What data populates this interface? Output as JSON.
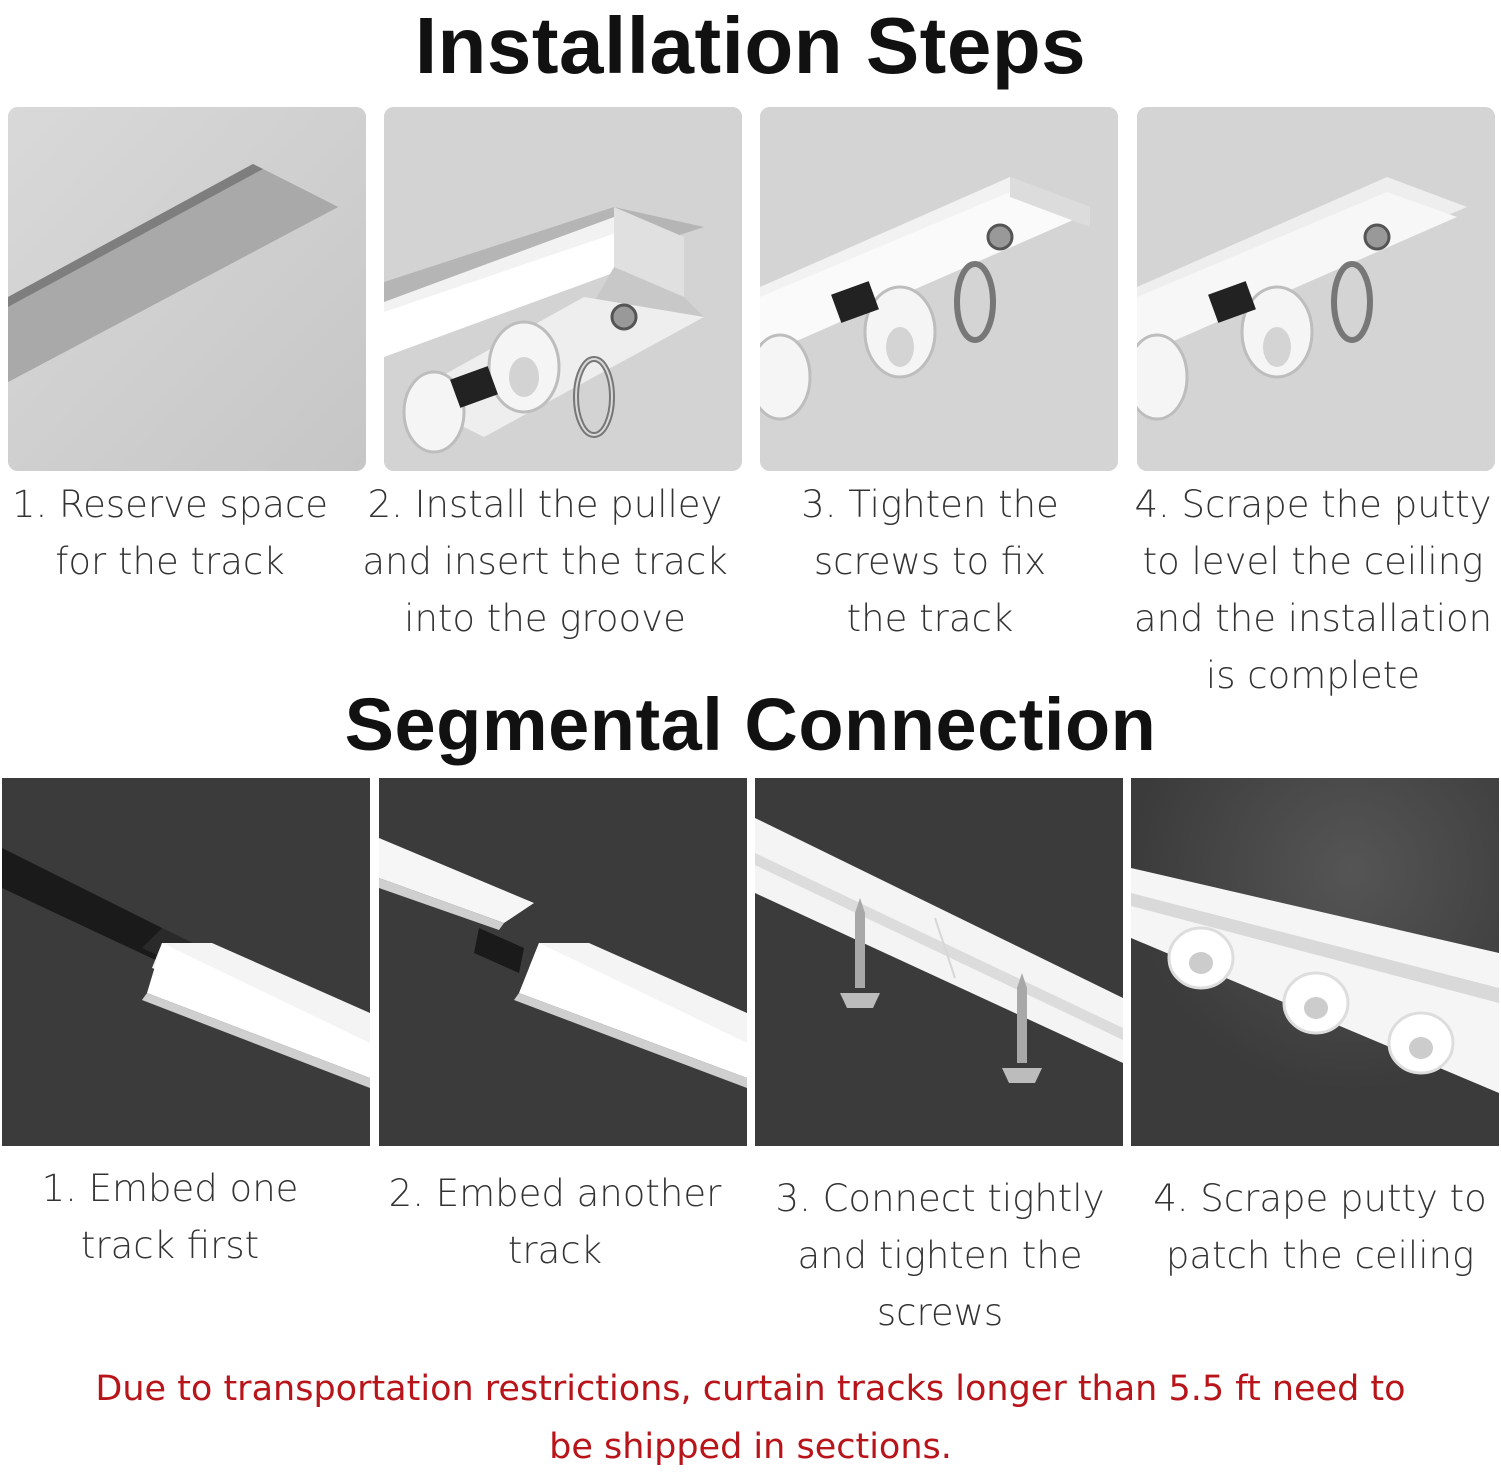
{
  "installation": {
    "title": "Installation Steps",
    "steps": [
      {
        "lines": [
          "1. Reserve space",
          "for the track"
        ]
      },
      {
        "lines": [
          "2. Install the pulley",
          "and insert the track",
          "into the groove"
        ]
      },
      {
        "lines": [
          "3. Tighten the",
          "screws to fix",
          "the track"
        ]
      },
      {
        "lines": [
          "4. Scrape the putty",
          "to level the ceiling",
          "and the installation",
          "is complete"
        ]
      }
    ]
  },
  "segmental": {
    "title": "Segmental Connection",
    "steps": [
      {
        "lines": [
          "1. Embed one",
          "track first"
        ]
      },
      {
        "lines": [
          "2. Embed another",
          "track"
        ]
      },
      {
        "lines": [
          "3. Connect tightly",
          "and tighten the",
          "screws"
        ]
      },
      {
        "lines": [
          "4. Scrape putty to",
          "patch the ceiling"
        ]
      }
    ]
  },
  "footnote": {
    "lines": [
      "Due to transportation restrictions, curtain tracks longer than 5.5 ft need to",
      "be shipped in sections."
    ],
    "color": "#b8151b"
  },
  "colors": {
    "light_panel": "#cfcfcf",
    "dark_panel": "#3b3b3b",
    "track_white": "#f4f4f4"
  }
}
